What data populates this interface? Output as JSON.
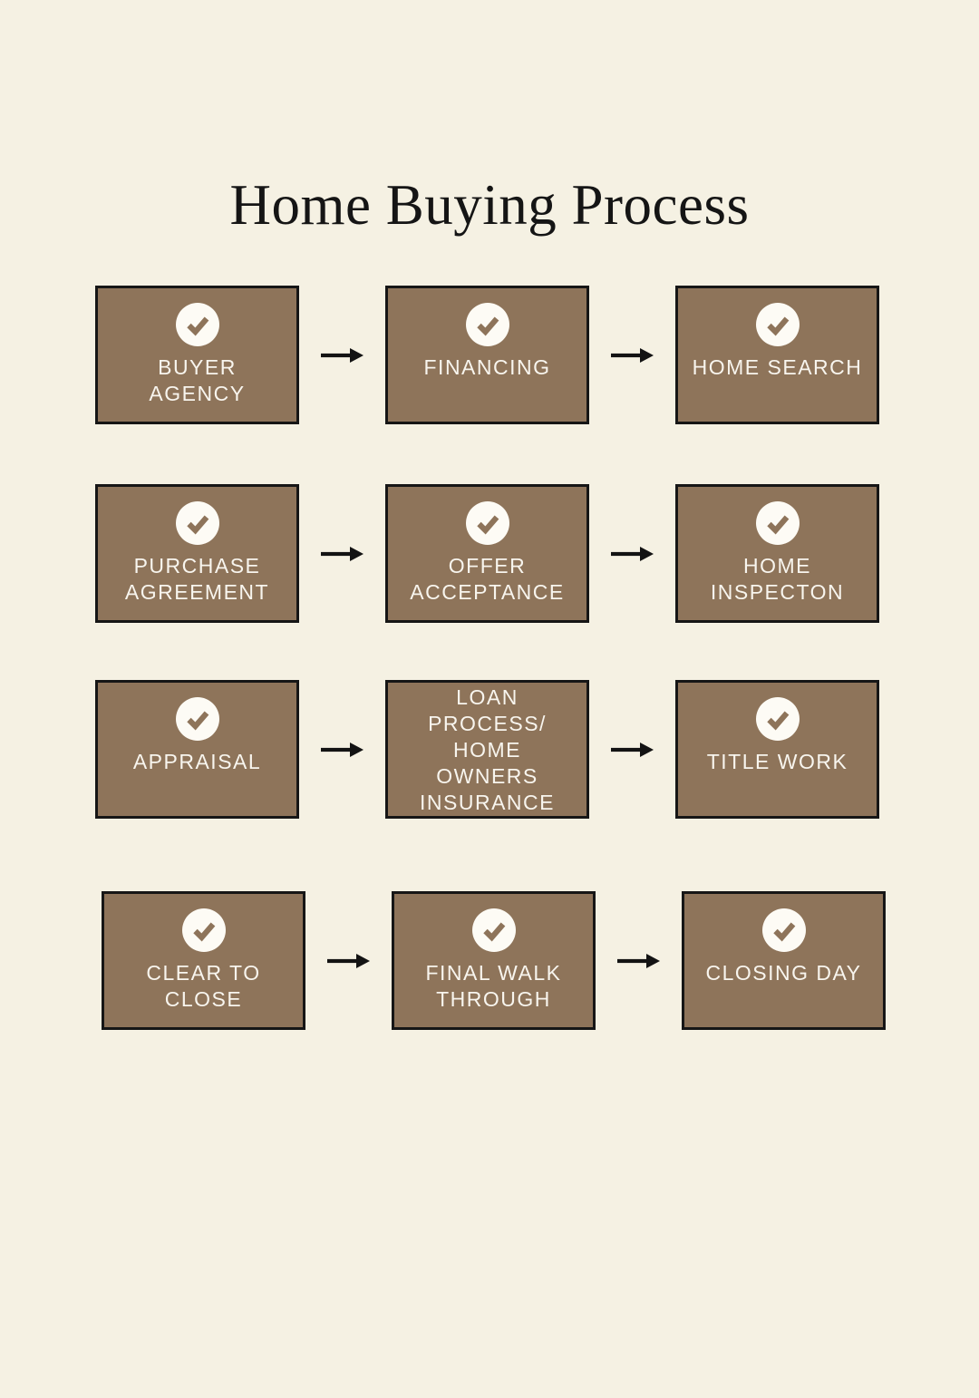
{
  "title": "Home Buying Process",
  "colors": {
    "background": "#f5f1e3",
    "box_fill": "#8e745a",
    "box_border": "#161616",
    "label_text": "#f8f5ee",
    "check_circle": "#fdfbf5",
    "check_mark": "#8e745a",
    "arrow": "#131313",
    "title_text": "#151515"
  },
  "icons": {
    "step_icon": "check-circle-icon",
    "connector_icon": "arrow-right-icon"
  },
  "flow": {
    "rows": [
      {
        "steps": [
          {
            "label": "BUYER\nAGENCY",
            "icon": "check-circle-icon"
          },
          {
            "label": "FINANCING",
            "icon": "check-circle-icon"
          },
          {
            "label": "HOME SEARCH",
            "icon": "check-circle-icon"
          }
        ]
      },
      {
        "steps": [
          {
            "label": "PURCHASE\nAGREEMENT",
            "icon": "check-circle-icon"
          },
          {
            "label": "OFFER\nACCEPTANCE",
            "icon": "check-circle-icon"
          },
          {
            "label": "HOME\nINSPECTON",
            "icon": "check-circle-icon"
          }
        ]
      },
      {
        "steps": [
          {
            "label": "APPRAISAL",
            "icon": "check-circle-icon"
          },
          {
            "label": "LOAN\nPROCESS/\nHOME\nOWNERS\nINSURANCE",
            "icon": null
          },
          {
            "label": "TITLE WORK",
            "icon": "check-circle-icon"
          }
        ]
      },
      {
        "steps": [
          {
            "label": "CLEAR TO\nCLOSE",
            "icon": "check-circle-icon"
          },
          {
            "label": "FINAL WALK\nTHROUGH",
            "icon": "check-circle-icon"
          },
          {
            "label": "CLOSING DAY",
            "icon": "check-circle-icon"
          }
        ]
      }
    ]
  }
}
